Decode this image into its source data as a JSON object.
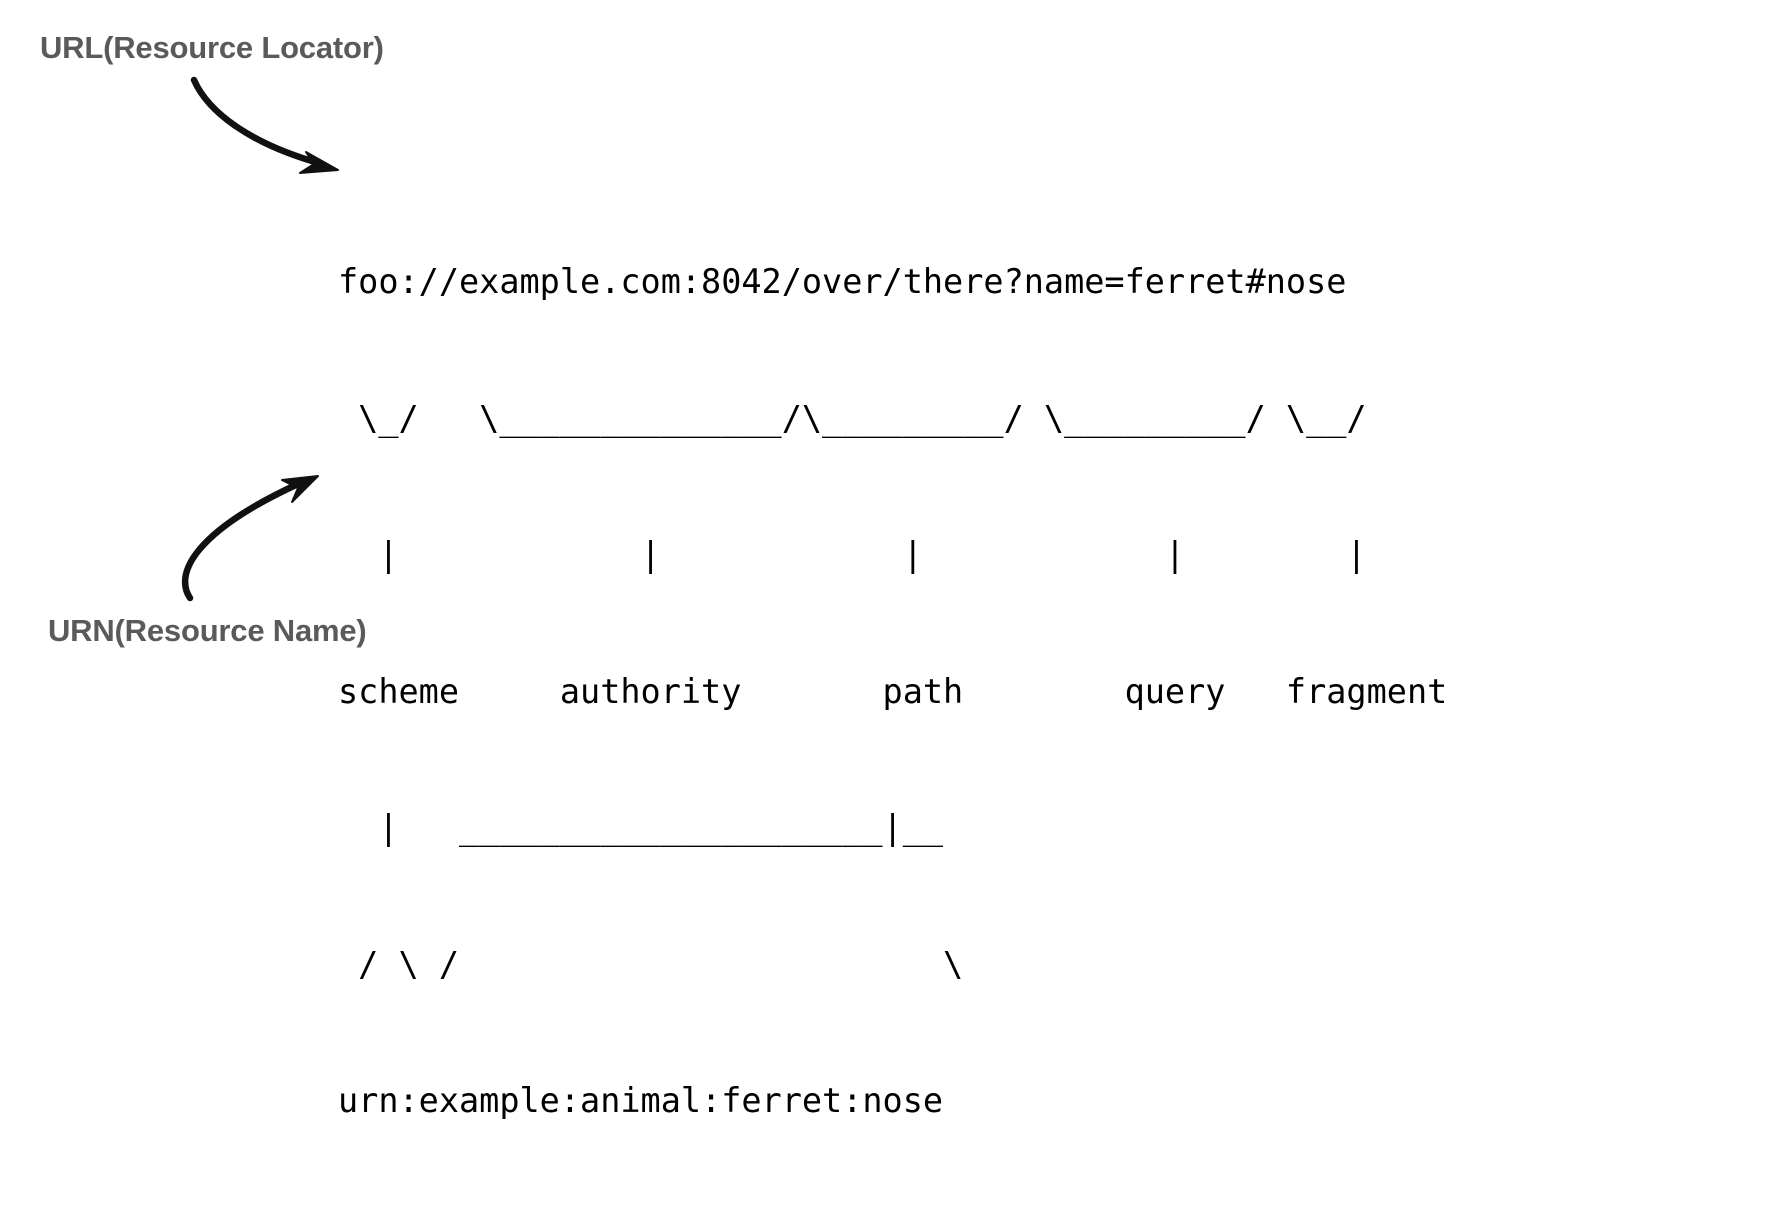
{
  "diagram": {
    "title_url": "URL(Resource Locator)",
    "title_urn": "URN(Resource Name)",
    "uri_example": "foo://example.com:8042/over/there?name=ferret#nose",
    "urn_example": "urn:example:animal:ferret:nose",
    "components": [
      "scheme",
      "authority",
      "path",
      "query",
      "fragment"
    ],
    "ascii_lines": [
      "foo://example.com:8042/over/there?name=ferret#nose",
      " \\_/   \\______________/\\_________/ \\_________/ \\__/",
      "  |            |            |            |        |",
      "scheme     authority       path        query   fragment",
      "  |   _____________________|__",
      " / \\ /                        \\",
      "urn:example:animal:ferret:nose"
    ],
    "line1": "foo://example.com:8042/over/there?name=ferret#nose",
    "line2": " \\_/   \\______________/\\_________/ \\_________/ \\__/",
    "line3": "  |            |            |            |        |",
    "line4": "scheme     authority       path        query   fragment",
    "line5": "  |   _____________________|__",
    "line6": " / \\ /                        \\",
    "line7": "urn:example:animal:ferret:nose",
    "colors": {
      "callout_text": "#5a5a5a",
      "ascii_text": "#000000",
      "arrow": "#111111",
      "background": "#ffffff"
    },
    "arrows": [
      {
        "name": "url-arrow",
        "from": "URL(Resource Locator)",
        "to": "uri_example",
        "direction": "down-right"
      },
      {
        "name": "urn-arrow",
        "from": "URN(Resource Name)",
        "to": "urn_example",
        "direction": "up-right"
      }
    ]
  }
}
